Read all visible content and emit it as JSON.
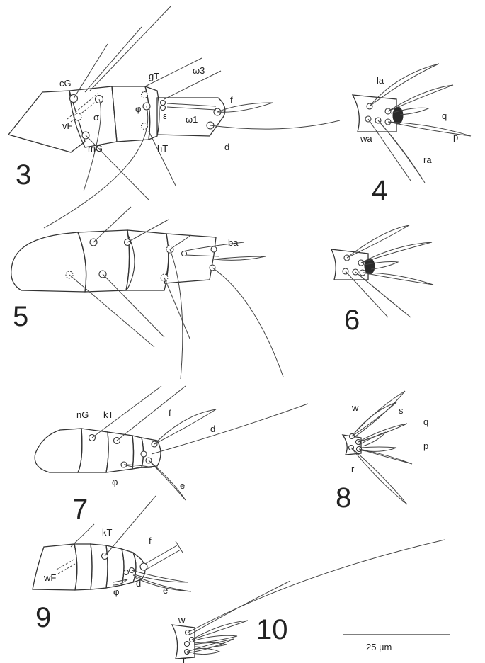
{
  "figures": [
    {
      "id": "fig3",
      "number": "3",
      "labels": [
        "cG",
        "vF",
        "σ",
        "mG",
        "gT",
        "ω3",
        "φ",
        "ε",
        "ω1",
        "hT",
        "f",
        "d"
      ]
    },
    {
      "id": "fig4",
      "number": "4",
      "labels": [
        "la",
        "q",
        "p",
        "wa",
        "ra"
      ]
    },
    {
      "id": "fig5",
      "number": "5",
      "labels": [
        "ba"
      ]
    },
    {
      "id": "fig6",
      "number": "6",
      "labels": []
    },
    {
      "id": "fig7",
      "number": "7",
      "labels": [
        "nG",
        "kT",
        "f",
        "d",
        "φ",
        "e"
      ]
    },
    {
      "id": "fig8",
      "number": "8",
      "labels": [
        "w",
        "s",
        "q",
        "p",
        "r"
      ]
    },
    {
      "id": "fig9",
      "number": "9",
      "labels": [
        "kT",
        "f",
        "wF",
        "φ",
        "d",
        "e"
      ]
    },
    {
      "id": "fig10",
      "number": "10",
      "labels": [
        "w",
        "r"
      ]
    }
  ],
  "scale_bar": {
    "label": "25 µm"
  }
}
